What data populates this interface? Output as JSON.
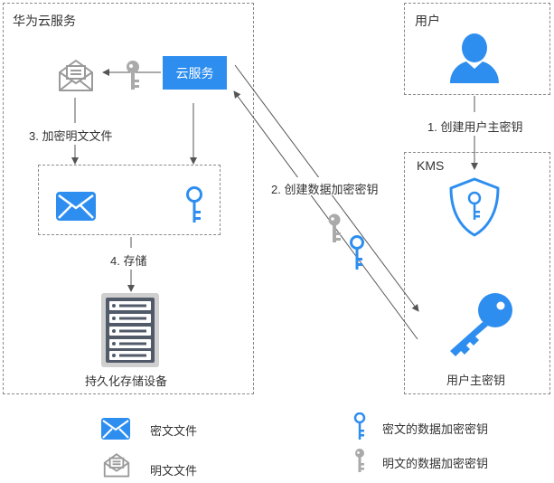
{
  "regions": {
    "huawei_cloud": "华为云服务",
    "user": "用户",
    "kms": "KMS"
  },
  "nodes": {
    "cloud_service": "云服务",
    "persistent_storage": "持久化存储设备",
    "user_master_key": "用户主密钥"
  },
  "steps": {
    "step1": "1. 创建用户主密钥",
    "step2": "2. 创建数据加密密钥",
    "step3": "3. 加密明文文件",
    "step4": "4. 存储"
  },
  "legend": {
    "encrypted_file": "密文文件",
    "plaintext_file": "明文文件",
    "encrypted_dek": "密文的数据加密密钥",
    "plaintext_dek": "明文的数据加密密钥"
  },
  "colors": {
    "accent_blue": "#2e8ef0",
    "gray_icon": "#aaaaaa",
    "dashed_border": "#8a8a8a"
  },
  "icons": [
    "envelope-open-icon",
    "key-icon",
    "envelope-icon",
    "server-icon",
    "user-icon",
    "shield-icon",
    "big-key-icon"
  ]
}
